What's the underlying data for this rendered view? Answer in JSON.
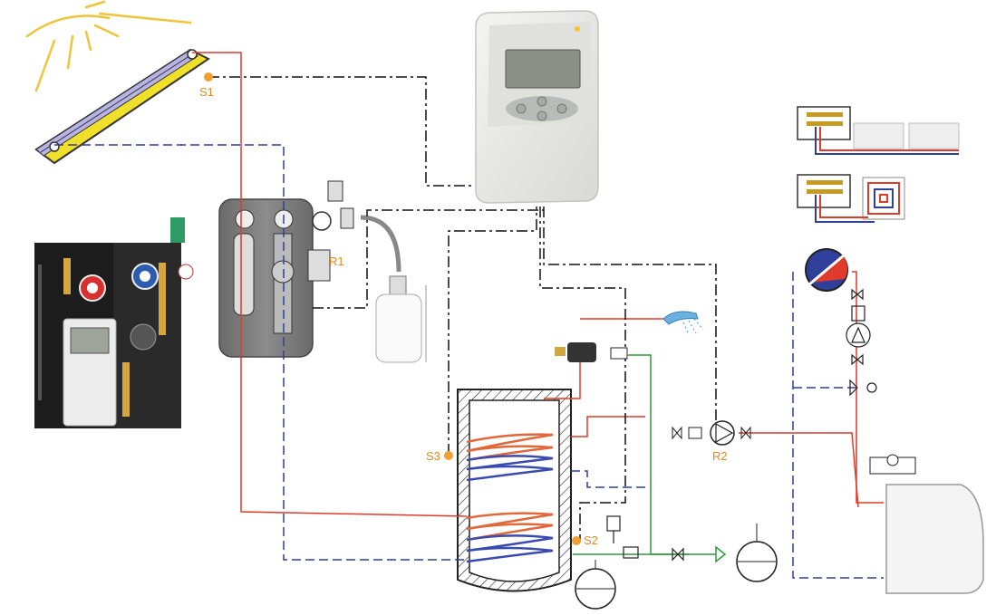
{
  "sensors": {
    "s1": "S1",
    "s2": "S2",
    "s3": "S3"
  },
  "pumps": {
    "r1": "R1",
    "r2": "R2"
  },
  "colors": {
    "hot_line": "#e03a2a",
    "cold_line": "#2f3f9a",
    "signal_line": "#111111",
    "water_line": "#2f9a3a",
    "sensor_dot": "#f0a030",
    "label": "#e08a1c",
    "sun": "#f0c43a"
  },
  "icons": [
    "sun-icon",
    "solar-collector-icon",
    "controller-icon",
    "pump-station-photo",
    "pump-station-schematic",
    "expansion-vessel-icon",
    "storage-tank-icon",
    "shower-icon",
    "mixing-valve-icon",
    "pump-icon",
    "boiler-icon",
    "radiator-heating-icon",
    "floor-heating-icon",
    "heat-exchanger-icon"
  ]
}
